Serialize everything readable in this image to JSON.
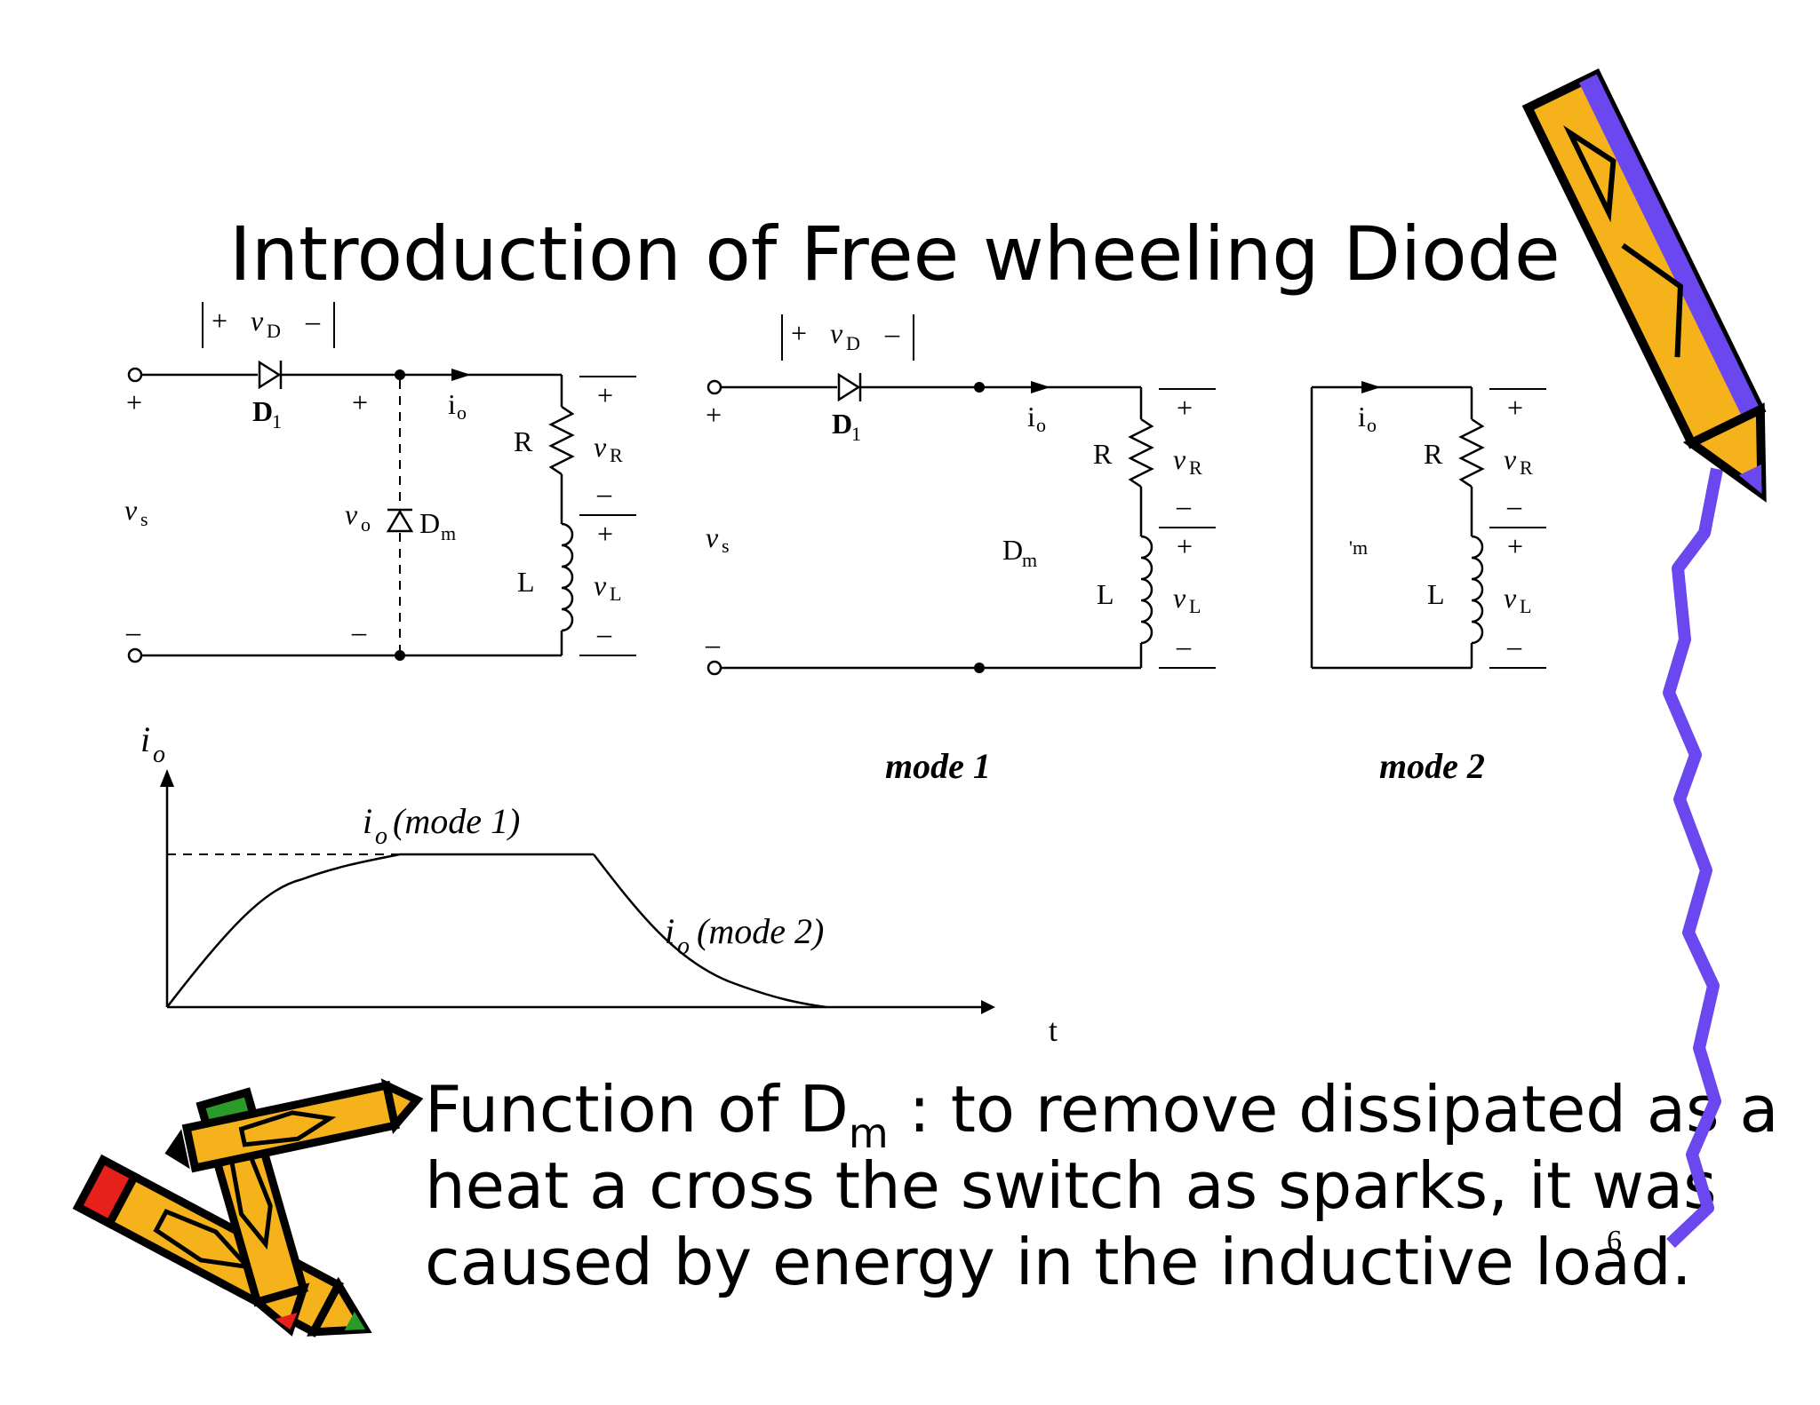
{
  "title": "Introduction of Free wheeling Diode",
  "page_number": "6",
  "circuit_labels": {
    "plus": "+",
    "minus": "–",
    "vD": "v",
    "vD_sub": "D",
    "D1": "D",
    "D1_sub": "1",
    "io": "i",
    "io_sub": "o",
    "vs": "v",
    "vs_sub": "s",
    "vo": "v",
    "vo_sub": "o",
    "Dm": "D",
    "Dm_sub": "m",
    "R": "R",
    "L": "L",
    "vR": "v",
    "vR_sub": "R",
    "vL": "v",
    "vL_sub": "L",
    "mode1_partial_dm": "D",
    "mode2_partial_dm": "'m"
  },
  "mode_labels": {
    "mode1": "mode 1",
    "mode2": "mode 2"
  },
  "graph": {
    "y_label": "i",
    "y_label_sub": "o",
    "x_label": "t",
    "curve1_label": "(mode 1)",
    "curve2_label": "(mode 2)",
    "curve_label_var": "i",
    "curve_label_sub": "o"
  },
  "function_text": {
    "line1_before": "Function of D",
    "line1_sub": "m",
    "line1_after": " : to remove dissipated as a",
    "line2": "heat a cross the switch as sparks, it was",
    "line3": "caused by energy in the inductive load."
  },
  "colors": {
    "pencil_yellow": "#f5b21b",
    "pencil_purple": "#6b47f0",
    "pencil_red": "#e8201c",
    "pencil_green": "#2a9a2a",
    "squiggle": "#6b47f0"
  }
}
